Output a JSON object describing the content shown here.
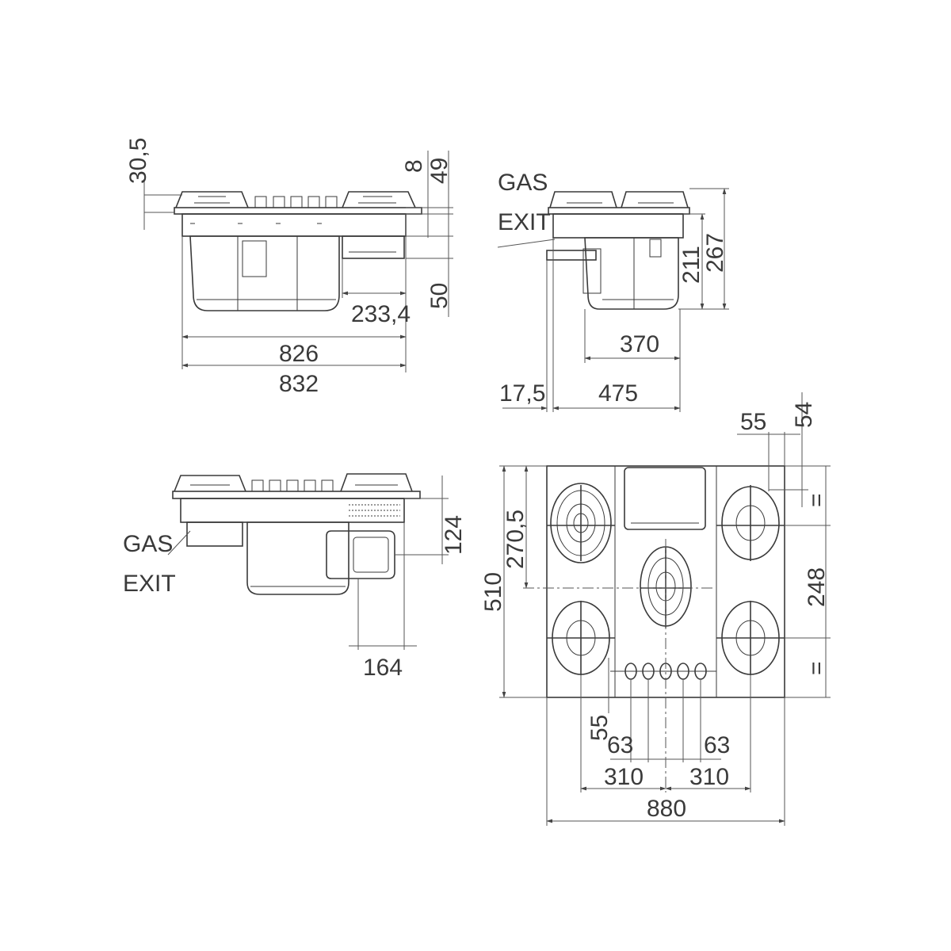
{
  "view_side_left": {
    "dim_top_height": "30,5",
    "dim_rim": "8",
    "dim_body": "49",
    "dim_box": "50",
    "dim_box_width": "233,4",
    "dim_width_inner": "826",
    "dim_width_outer": "832"
  },
  "view_side_right": {
    "gas_label_line1": "GAS",
    "gas_label_line2": "EXIT",
    "dim_211": "211",
    "dim_267": "267",
    "dim_370": "370",
    "dim_17_5": "17,5",
    "dim_475": "475"
  },
  "view_front_bottom": {
    "gas_label_line1": "GAS",
    "gas_label_line2": "EXIT",
    "dim_124": "124",
    "dim_164": "164"
  },
  "view_top": {
    "dim_55_top": "55",
    "dim_54": "54",
    "dim_270_5": "270,5",
    "dim_510": "510",
    "dim_248": "248",
    "eq_top": "=",
    "eq_bottom": "=",
    "dim_55_bottom": "55",
    "dim_63_left": "63",
    "dim_63_right": "63",
    "dim_310_left": "310",
    "dim_310_right": "310",
    "dim_880": "880"
  }
}
